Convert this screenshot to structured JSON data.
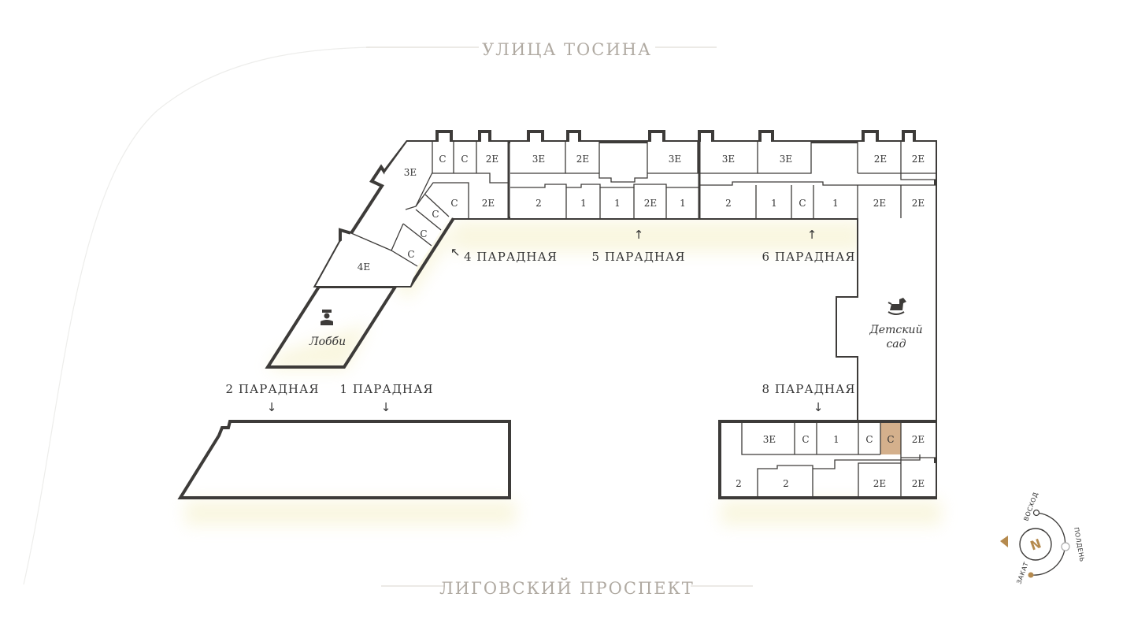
{
  "streets": {
    "top": "УЛИЦА ТОСИНА",
    "bottom": "ЛИГОВСКИЙ ПРОСПЕКТ"
  },
  "entrances": {
    "e1": "1 ПАРАДНАЯ",
    "e2": "2 ПАРАДНАЯ",
    "e4": "4 ПАРАДНАЯ",
    "e5": "5 ПАРАДНАЯ",
    "e6": "6 ПАРАДНАЯ",
    "e8": "8 ПАРАДНАЯ"
  },
  "arrows": {
    "down": "↓",
    "up": "↑",
    "upleft": "↖"
  },
  "facilities": {
    "lobby": "Лобби",
    "kindergarten_line1": "Детский",
    "kindergarten_line2": "сад",
    "lobby_icon": "concierge-icon",
    "kindergarten_icon": "rocking-horse-icon"
  },
  "apartments": {
    "a_c1": "С",
    "a_c2": "С",
    "a_2e1": "2Е",
    "a_3e1": "3Е",
    "a_c3": "С",
    "a_2e2": "2Е",
    "a_c4": "С",
    "a_c5": "С",
    "a_c6": "С",
    "a_4e": "4Е",
    "b_3e1": "3Е",
    "b_2e1": "2Е",
    "b_3e2": "3Е",
    "b_2": "2",
    "b_1a": "1",
    "b_1b": "1",
    "b_2e2": "2Е",
    "b_1c": "1",
    "c_3e1": "3Е",
    "c_3e2": "3Е",
    "c_2e1": "2Е",
    "c_2e2": "2Е",
    "c_2": "2",
    "c_1a": "1",
    "c_c": "С",
    "c_1b": "1",
    "c_2e3": "2Е",
    "c_2e4": "2Е",
    "d_3e": "3Е",
    "d_c1": "С",
    "d_1": "1",
    "d_c2": "С",
    "d_c3": "С",
    "d_2e1": "2Е",
    "d_2a": "2",
    "d_2b": "2",
    "d_2e2": "2Е",
    "d_2e3": "2Е"
  },
  "highlight_color": "#d4b08c",
  "wall_color": "#3d3b39",
  "compass": {
    "letter": "N",
    "east": "ВОСХОД",
    "south": "ПОЛДЕНЬ",
    "west": "ЗАКАТ",
    "accent": "#b58a4e"
  }
}
